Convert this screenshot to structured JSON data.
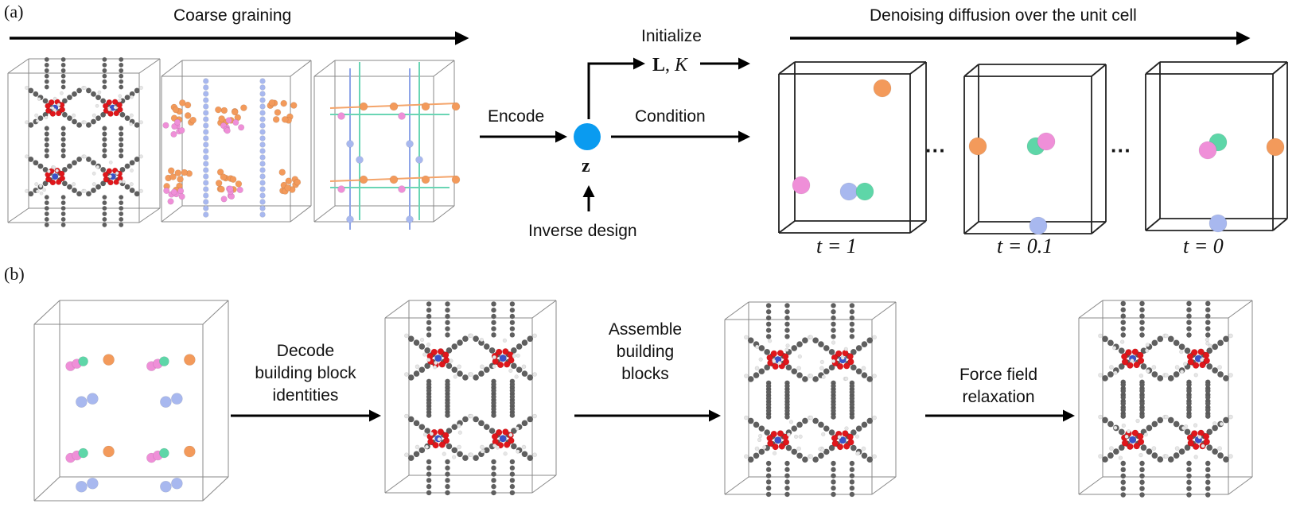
{
  "panel_a_label": "(a)",
  "panel_b_label": "(b)",
  "coarse_graining": "Coarse graining",
  "encode": "Encode",
  "latent_var": "z",
  "initialize": "Initialize",
  "lattice_vars": "L, K",
  "lattice_L": "L",
  "lattice_K": "K",
  "condition": "Condition",
  "inverse_design": "Inverse design",
  "denoising": "Denoising diffusion over the unit cell",
  "ellipsis": "···",
  "times": [
    "t = 1",
    "t = 0.1",
    "t = 0"
  ],
  "decode": [
    "Decode",
    "building block",
    "identities"
  ],
  "assemble": [
    "Assemble",
    "building",
    "blocks"
  ],
  "relax": [
    "Force field",
    "relaxation"
  ],
  "colors": {
    "carbon": "#5f5f5f",
    "oxygen": "#e0161b",
    "metal": "#3a52c8",
    "hydrogen": "#e6e6e6",
    "orange": "#f39a5b",
    "pink": "#ef8fd8",
    "green": "#5ed6a8",
    "blue": "#a8b8ef",
    "latent": "#0a9bf0",
    "lattice_line_blue": "#8ea4e8",
    "lattice_line_green": "#6ad5b4",
    "lattice_line_orange": "#f4a46a"
  }
}
